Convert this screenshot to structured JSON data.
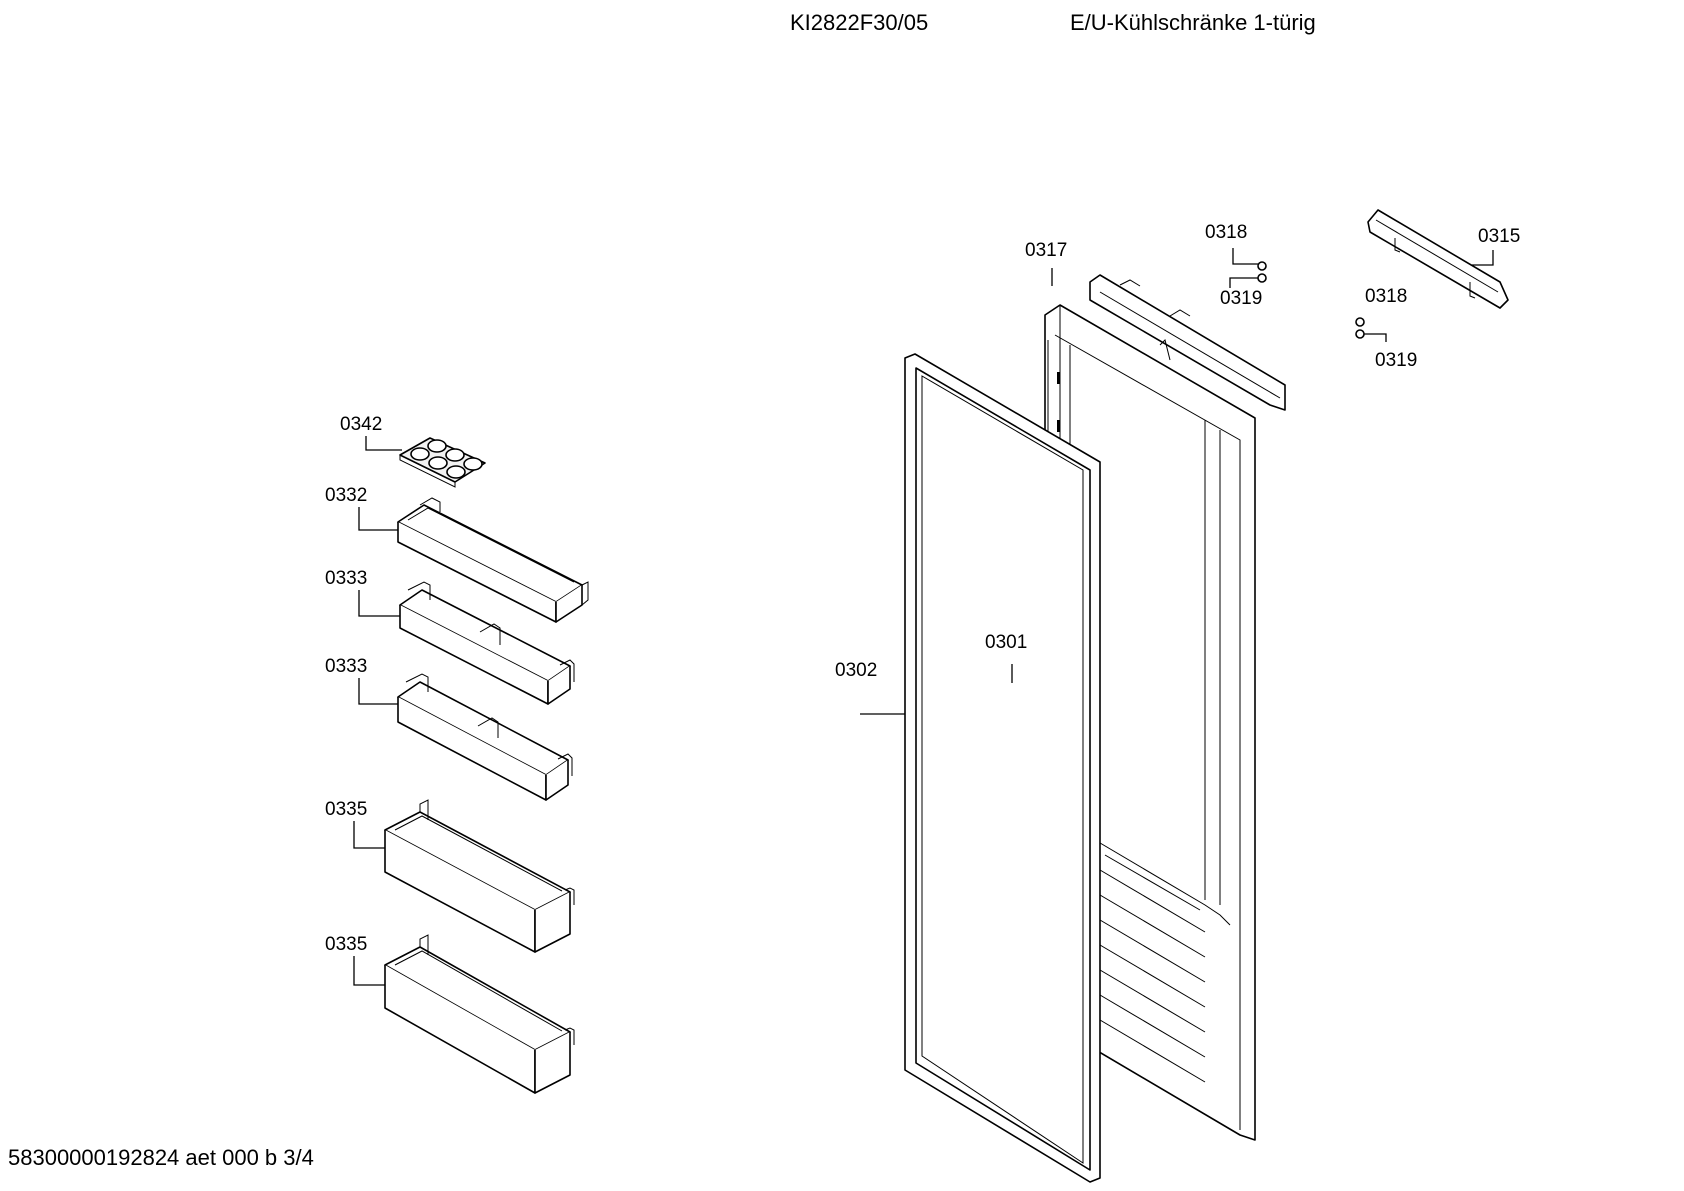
{
  "header": {
    "model": "KI2822F30/05",
    "title": "E/U-Kühlschränke 1-türig"
  },
  "footer": {
    "code": "58300000192824 aet 000 b 3/4"
  },
  "parts": [
    {
      "id": "p0342",
      "label": "0342"
    },
    {
      "id": "p0332",
      "label": "0332"
    },
    {
      "id": "p0333a",
      "label": "0333"
    },
    {
      "id": "p0333b",
      "label": "0333"
    },
    {
      "id": "p0335a",
      "label": "0335"
    },
    {
      "id": "p0335b",
      "label": "0335"
    },
    {
      "id": "p0302",
      "label": "0302"
    },
    {
      "id": "p0301",
      "label": "0301"
    },
    {
      "id": "p0317",
      "label": "0317"
    },
    {
      "id": "p0318a",
      "label": "0318"
    },
    {
      "id": "p0319a",
      "label": "0319"
    },
    {
      "id": "p0318b",
      "label": "0318"
    },
    {
      "id": "p0319b",
      "label": "0319"
    },
    {
      "id": "p0315",
      "label": "0315"
    }
  ]
}
